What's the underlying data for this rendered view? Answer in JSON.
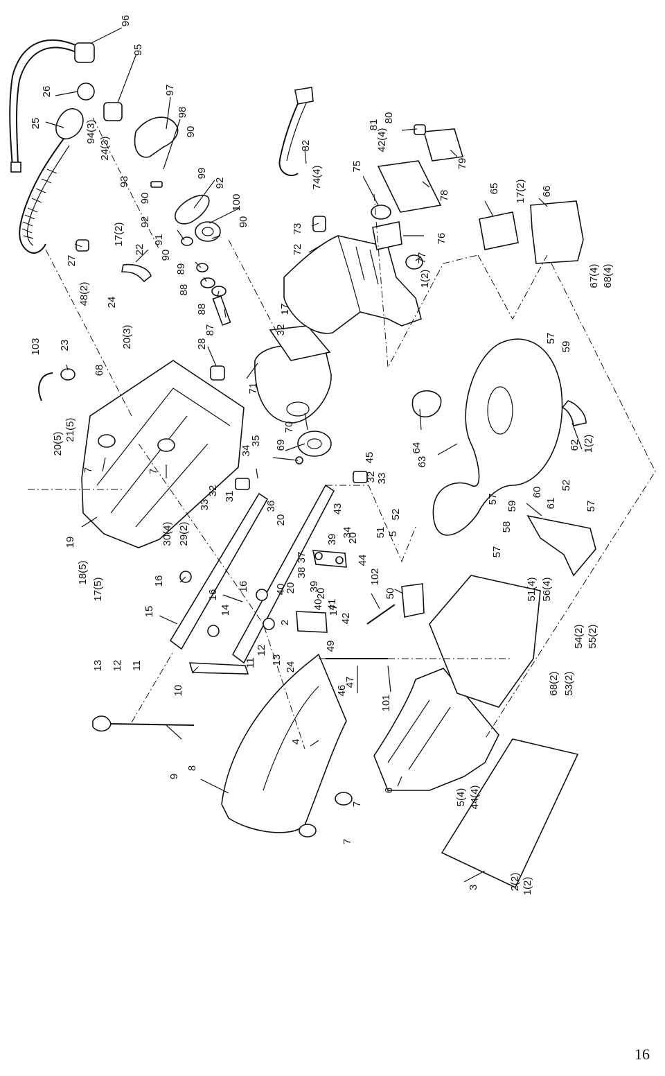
{
  "page_number": "16",
  "labels": [
    {
      "id": "96",
      "text": "96"
    },
    {
      "id": "95",
      "text": "95"
    },
    {
      "id": "97",
      "text": "97"
    },
    {
      "id": "98",
      "text": "98"
    },
    {
      "id": "26",
      "text": "26"
    },
    {
      "id": "25",
      "text": "25"
    },
    {
      "id": "94_3",
      "text": "94(3)"
    },
    {
      "id": "24_3",
      "text": "24(3)"
    },
    {
      "id": "93",
      "text": "93"
    },
    {
      "id": "90a",
      "text": "90"
    },
    {
      "id": "90b",
      "text": "90"
    },
    {
      "id": "90c",
      "text": "90"
    },
    {
      "id": "90d",
      "text": "90"
    },
    {
      "id": "99",
      "text": "99"
    },
    {
      "id": "92a",
      "text": "92"
    },
    {
      "id": "92b",
      "text": "92"
    },
    {
      "id": "91",
      "text": "91"
    },
    {
      "id": "100",
      "text": "100"
    },
    {
      "id": "17_2a",
      "text": "17(2)"
    },
    {
      "id": "22",
      "text": "22"
    },
    {
      "id": "89",
      "text": "89"
    },
    {
      "id": "88a",
      "text": "88"
    },
    {
      "id": "88b",
      "text": "88"
    },
    {
      "id": "87",
      "text": "87"
    },
    {
      "id": "27",
      "text": "27"
    },
    {
      "id": "48_2",
      "text": "48(2)"
    },
    {
      "id": "24a",
      "text": "24"
    },
    {
      "id": "20_3",
      "text": "20(3)"
    },
    {
      "id": "103",
      "text": "103"
    },
    {
      "id": "23",
      "text": "23"
    },
    {
      "id": "68a",
      "text": "68"
    },
    {
      "id": "28",
      "text": "28"
    },
    {
      "id": "71",
      "text": "71"
    },
    {
      "id": "32a",
      "text": "32"
    },
    {
      "id": "17a",
      "text": "17"
    },
    {
      "id": "72",
      "text": "72"
    },
    {
      "id": "73",
      "text": "73"
    },
    {
      "id": "74_4",
      "text": "74(4)"
    },
    {
      "id": "82",
      "text": "82"
    },
    {
      "id": "75",
      "text": "75"
    },
    {
      "id": "42_4",
      "text": "42(4)"
    },
    {
      "id": "81",
      "text": "81"
    },
    {
      "id": "80",
      "text": "80"
    },
    {
      "id": "79",
      "text": "79"
    },
    {
      "id": "78",
      "text": "78"
    },
    {
      "id": "76",
      "text": "76"
    },
    {
      "id": "77",
      "text": "77"
    },
    {
      "id": "1_2a",
      "text": "1(2)"
    },
    {
      "id": "65",
      "text": "65"
    },
    {
      "id": "17_2b",
      "text": "17(2)"
    },
    {
      "id": "66",
      "text": "66"
    },
    {
      "id": "67_4",
      "text": "67(4)"
    },
    {
      "id": "68_4",
      "text": "68(4)"
    },
    {
      "id": "21_5",
      "text": "21(5)"
    },
    {
      "id": "20_5",
      "text": "20(5)"
    },
    {
      "id": "7a",
      "text": "7"
    },
    {
      "id": "7b",
      "text": "7"
    },
    {
      "id": "19",
      "text": "19"
    },
    {
      "id": "34a",
      "text": "34"
    },
    {
      "id": "35",
      "text": "35"
    },
    {
      "id": "69",
      "text": "69"
    },
    {
      "id": "70",
      "text": "70"
    },
    {
      "id": "64",
      "text": "64"
    },
    {
      "id": "63",
      "text": "63"
    },
    {
      "id": "57a",
      "text": "57"
    },
    {
      "id": "59a",
      "text": "59"
    },
    {
      "id": "62",
      "text": "62"
    },
    {
      "id": "1_2b",
      "text": "1(2)"
    },
    {
      "id": "33a",
      "text": "33"
    },
    {
      "id": "32b",
      "text": "32"
    },
    {
      "id": "31",
      "text": "31"
    },
    {
      "id": "45",
      "text": "45"
    },
    {
      "id": "32c",
      "text": "32"
    },
    {
      "id": "33b",
      "text": "33"
    },
    {
      "id": "30_4",
      "text": "30(4)"
    },
    {
      "id": "29_2",
      "text": "29(2)"
    },
    {
      "id": "36",
      "text": "36"
    },
    {
      "id": "20a",
      "text": "20"
    },
    {
      "id": "43",
      "text": "43"
    },
    {
      "id": "34b",
      "text": "34"
    },
    {
      "id": "18_5",
      "text": "18(5)"
    },
    {
      "id": "17_5",
      "text": "17(5)"
    },
    {
      "id": "16a",
      "text": "16"
    },
    {
      "id": "15",
      "text": "15"
    },
    {
      "id": "16b",
      "text": "16"
    },
    {
      "id": "14",
      "text": "14"
    },
    {
      "id": "16c",
      "text": "16"
    },
    {
      "id": "37",
      "text": "37"
    },
    {
      "id": "38",
      "text": "38"
    },
    {
      "id": "39a",
      "text": "39"
    },
    {
      "id": "39b",
      "text": "39"
    },
    {
      "id": "40a",
      "text": "40"
    },
    {
      "id": "40b",
      "text": "40"
    },
    {
      "id": "20b",
      "text": "20"
    },
    {
      "id": "20c",
      "text": "20"
    },
    {
      "id": "20d",
      "text": "20"
    },
    {
      "id": "44",
      "text": "44"
    },
    {
      "id": "52a",
      "text": "52"
    },
    {
      "id": "51",
      "text": "51"
    },
    {
      "id": "5a",
      "text": "5"
    },
    {
      "id": "61",
      "text": "61"
    },
    {
      "id": "52b",
      "text": "52"
    },
    {
      "id": "60",
      "text": "60"
    },
    {
      "id": "59b",
      "text": "59"
    },
    {
      "id": "57b",
      "text": "57"
    },
    {
      "id": "58",
      "text": "58"
    },
    {
      "id": "57c",
      "text": "57"
    },
    {
      "id": "57d",
      "text": "57"
    },
    {
      "id": "102",
      "text": "102"
    },
    {
      "id": "50",
      "text": "50"
    },
    {
      "id": "41",
      "text": "41"
    },
    {
      "id": "17b",
      "text": "17"
    },
    {
      "id": "42",
      "text": "42"
    },
    {
      "id": "2",
      "text": "2"
    },
    {
      "id": "13a",
      "text": "13"
    },
    {
      "id": "12a",
      "text": "12"
    },
    {
      "id": "11a",
      "text": "11"
    },
    {
      "id": "10",
      "text": "10"
    },
    {
      "id": "11b",
      "text": "11"
    },
    {
      "id": "12b",
      "text": "12"
    },
    {
      "id": "13b",
      "text": "13"
    },
    {
      "id": "24b",
      "text": "24"
    },
    {
      "id": "49",
      "text": "49"
    },
    {
      "id": "47",
      "text": "47"
    },
    {
      "id": "46",
      "text": "46"
    },
    {
      "id": "101",
      "text": "101"
    },
    {
      "id": "51_4",
      "text": "51(4)"
    },
    {
      "id": "56_4",
      "text": "56(4)"
    },
    {
      "id": "54_2",
      "text": "54(2)"
    },
    {
      "id": "55_2",
      "text": "55(2)"
    },
    {
      "id": "68_2",
      "text": "68(2)"
    },
    {
      "id": "53_2",
      "text": "53(2)"
    },
    {
      "id": "9",
      "text": "9"
    },
    {
      "id": "8",
      "text": "8"
    },
    {
      "id": "4",
      "text": "4"
    },
    {
      "id": "7c",
      "text": "7"
    },
    {
      "id": "7d",
      "text": "7"
    },
    {
      "id": "6",
      "text": "6"
    },
    {
      "id": "5_4",
      "text": "5(4)"
    },
    {
      "id": "44_4",
      "text": "44(4)"
    },
    {
      "id": "3",
      "text": "3"
    },
    {
      "id": "2_2",
      "text": "2(2)"
    },
    {
      "id": "1_2c",
      "text": "1(2)"
    }
  ]
}
